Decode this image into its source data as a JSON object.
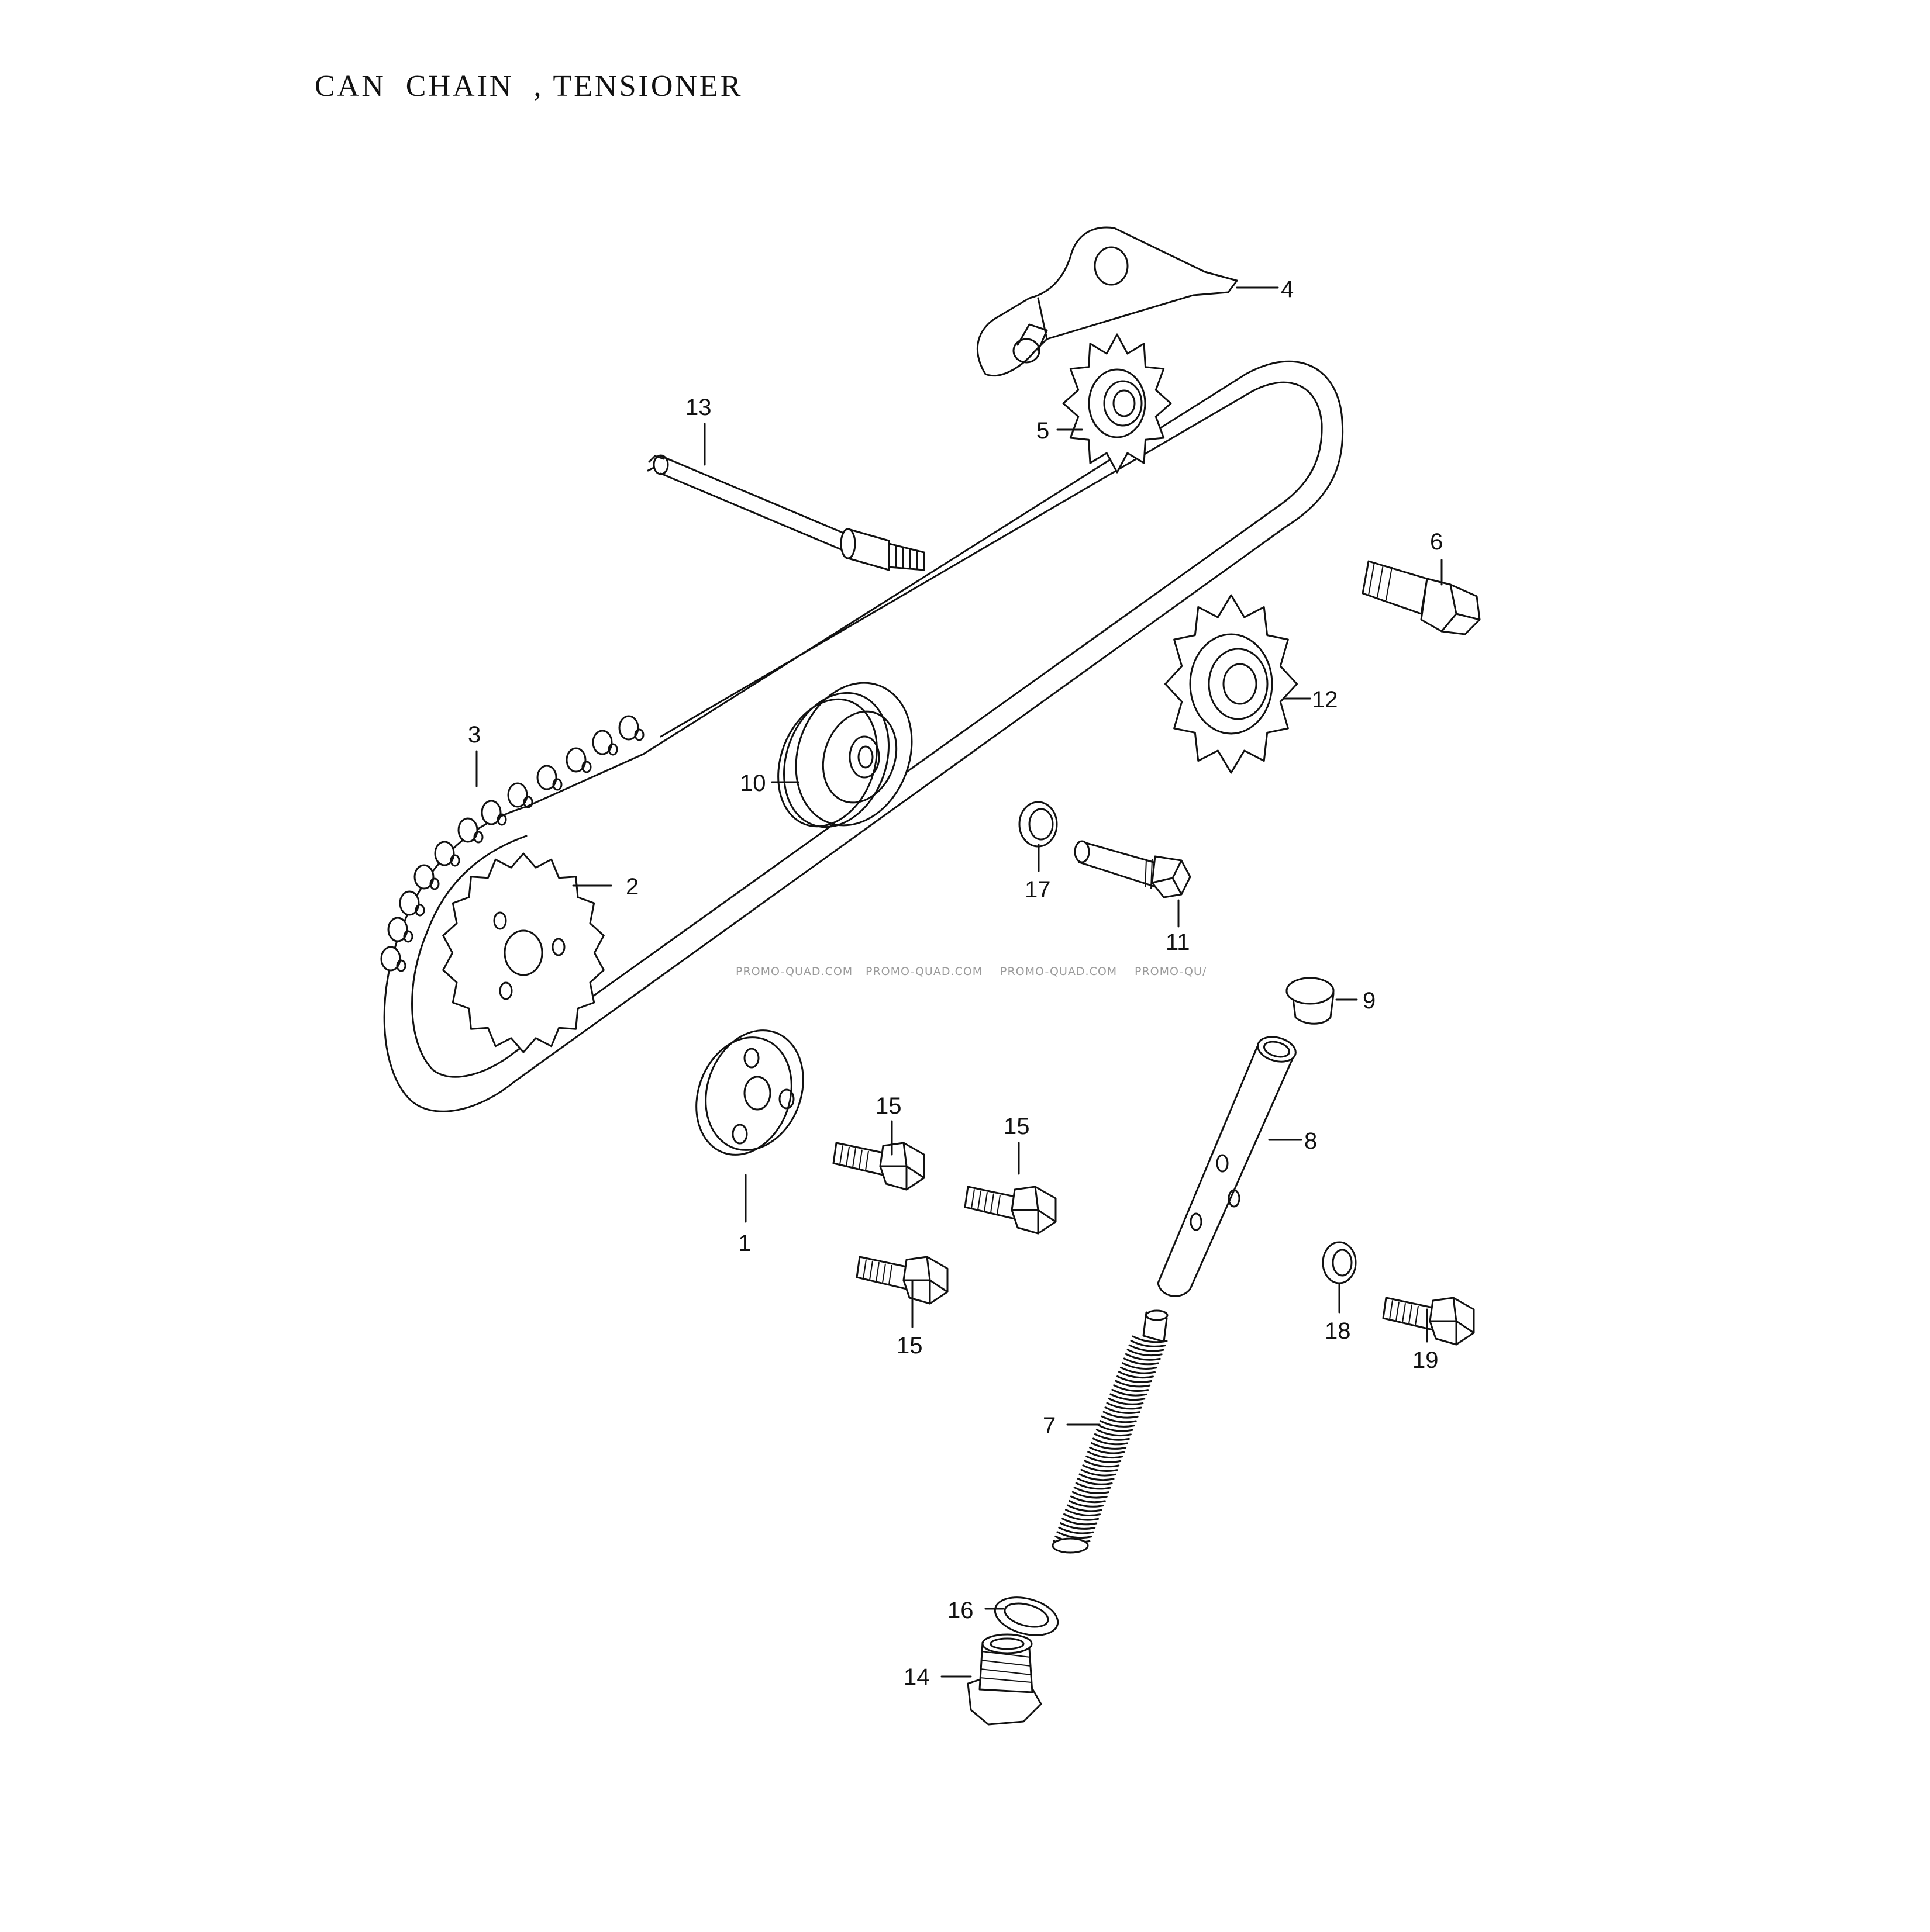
{
  "title": "CAN  CHAIN  , TENSIONER",
  "watermark": [
    "PROMO-QUAD.COM",
    "PROMO-QUAD.COM",
    "PROMO-QUAD.COM",
    "PROMO-QU/"
  ],
  "callouts": {
    "p1": "1",
    "p2": "2",
    "p3": "3",
    "p4": "4",
    "p5": "5",
    "p6": "6",
    "p7": "7",
    "p8": "8",
    "p9": "9",
    "p10": "10",
    "p11": "11",
    "p12": "12",
    "p13": "13",
    "p14": "14",
    "p15a": "15",
    "p15b": "15",
    "p15c": "15",
    "p16": "16",
    "p17": "17",
    "p18": "18",
    "p19": "19"
  },
  "colors": {
    "ink": "#111111",
    "paper": "#ffffff",
    "watermark": "#9a9a9a"
  }
}
